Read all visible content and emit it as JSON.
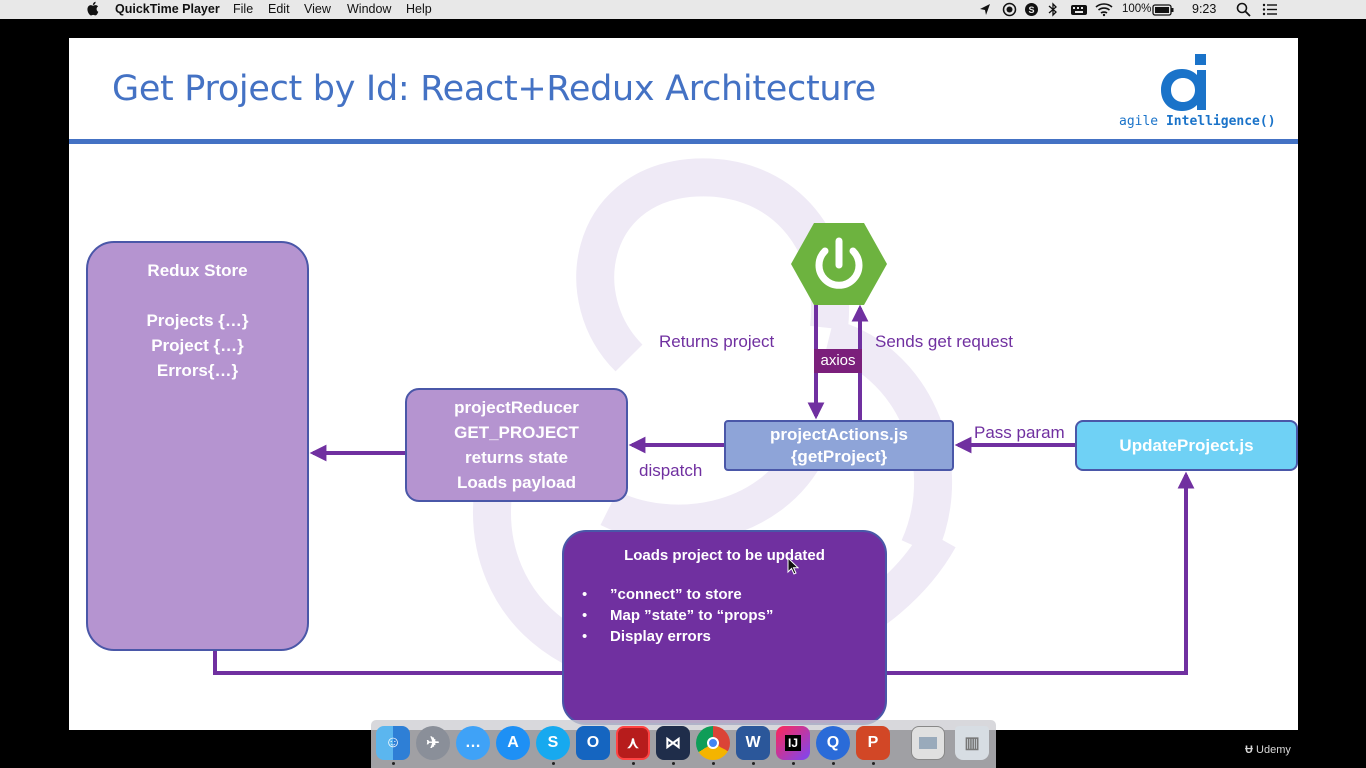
{
  "menubar": {
    "app_name": "QuickTime Player",
    "menus": [
      "File",
      "Edit",
      "View",
      "Window",
      "Help"
    ],
    "battery": "100%",
    "time": "9:23"
  },
  "slide": {
    "title": "Get Project by Id: React+Redux Architecture",
    "logo": {
      "text_light": "agile",
      "text_bold": "Intelligence()"
    }
  },
  "diagram": {
    "redux_store": {
      "title": "Redux Store",
      "items": [
        "Projects {…}",
        "Project {…}",
        "Errors{…}"
      ]
    },
    "project_reducer": {
      "lines": [
        "projectReducer",
        "GET_PROJECT",
        "returns state",
        "Loads payload"
      ]
    },
    "project_actions": {
      "lines": [
        "projectActions.js",
        "{getProject}"
      ]
    },
    "update_project": {
      "label": "UpdateProject.js"
    },
    "loads_box": {
      "title": "Loads project to be updated",
      "bullets": [
        "”connect” to store",
        "Map ”state” to “props”",
        "Display errors"
      ]
    },
    "labels": {
      "returns_project": "Returns  project",
      "sends_get_request": "Sends get request",
      "axios": "axios",
      "pass_param": "Pass param",
      "dispatch": "dispatch"
    },
    "colors": {
      "arrow": "#7030a0",
      "reducer_fill": "#b594d0",
      "actions_fill": "#8ea4d8",
      "update_fill": "#6fd1f5",
      "loads_fill": "#7030a0",
      "title_blue": "#4472c4",
      "spring_green": "#6db33f"
    }
  },
  "dock": {
    "apps": [
      "finder-icon",
      "launchpad-icon",
      "messages-icon",
      "app-store-icon",
      "skype-icon",
      "outlook-icon",
      "acrobat-icon",
      "vscode-icon",
      "chrome-icon",
      "word-icon",
      "intellij-icon",
      "quicktime-icon",
      "powerpoint-icon",
      "preview-icon",
      "trash-icon"
    ]
  },
  "watermark": "Udemy"
}
